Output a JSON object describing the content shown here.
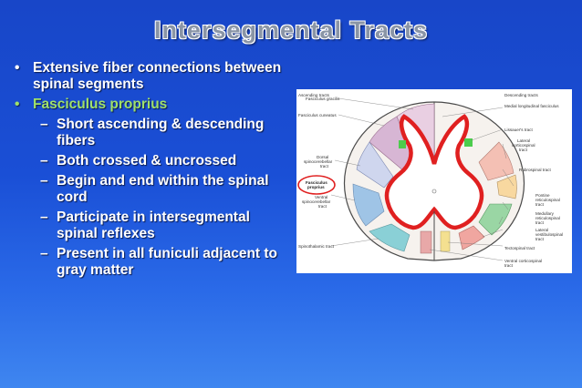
{
  "title": "Intersegmental Tracts",
  "bullets": [
    {
      "text": "Extensive fiber connections between spinal segments",
      "color": "#ffffff"
    },
    {
      "text": "Fasciculus proprius",
      "color": "#9fe06a"
    }
  ],
  "sub_bullets": [
    "Short ascending & descending fibers",
    "Both crossed & uncrossed",
    "Begin and end within the spinal cord",
    "Participate in intersegmental spinal reflexes",
    "Present in all funiculi adjacent to gray matter"
  ],
  "figure": {
    "left_header": "Ascending tracts",
    "right_header": "Descending tracts",
    "left_labels": {
      "gracile": "Fasciculus gracilis",
      "cuneatus": "Fasciculus cuneatus",
      "dorsal_1": "Dorsal",
      "dorsal_2": "spinocerebellar",
      "dorsal_3": "tract",
      "proprius_1": "Fasciculus",
      "proprius_2": "proprius",
      "ventral_1": "Ventral",
      "ventral_2": "spinocerebellar",
      "ventral_3": "tract",
      "spinothalamic": "Spinothalamic tract"
    },
    "right_labels": {
      "medial_long": "Medial longitudinal fasciculus",
      "lissauer": "Lissauer's tract",
      "lateral_cs_1": "Lateral",
      "lateral_cs_2": "corticospinal",
      "lateral_cs_3": "tract",
      "rubrospinal": "Rubrospinal tract",
      "pontine_1": "Pontine",
      "pontine_2": "reticulospinal",
      "pontine_3": "tract",
      "medullary_1": "Medullary",
      "medullary_2": "reticulospinal",
      "medullary_3": "tract",
      "lat_vest_1": "Lateral",
      "lat_vest_2": "vestibulospinal",
      "lat_vest_3": "tract",
      "tectospinal": "Tectospinal tract",
      "ventral_cs_1": "Ventral corticospinal",
      "ventral_cs_2": "tract"
    }
  }
}
